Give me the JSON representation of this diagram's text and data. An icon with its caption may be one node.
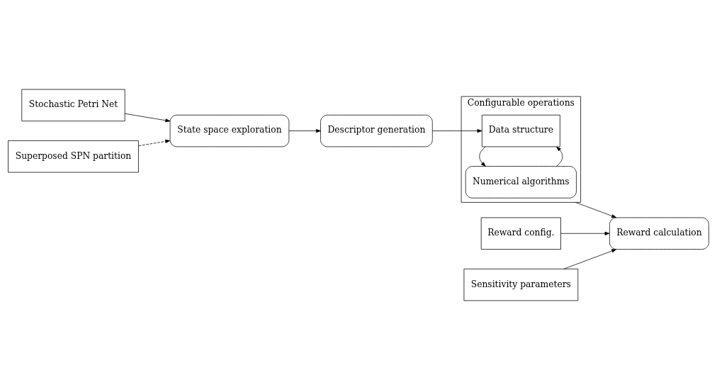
{
  "diagram": {
    "nodes": [
      {
        "text": [
          "Stochastic Petri Net"
        ]
      },
      {
        "text": [
          "State space exploration"
        ]
      },
      {
        "text": [
          "Descriptor generation"
        ]
      },
      {
        "text": [
          "Configurable operations"
        ]
      },
      {
        "text": [
          "Data structure"
        ],
        "in": 3
      },
      {
        "text": [
          "Numerical algorithms"
        ],
        "in": 3
      },
      {
        "text": [
          "Superposed SPN partition"
        ]
      },
      {
        "text": [
          "Reward config."
        ]
      },
      {
        "text": [
          "Reward calculation"
        ]
      },
      {
        "text": [
          "Sensitivity parameters"
        ]
      }
    ],
    "edges": [
      {
        "from": 0,
        "to": 1,
        "arrow": "to"
      },
      {
        "from": 6,
        "to": 1,
        "arrow": "to",
        "style": "dashed"
      },
      {
        "from": 1,
        "to": 2,
        "arrow": "to"
      },
      {
        "from": 2,
        "to": 4,
        "arrow": "to"
      },
      {
        "from": 5,
        "to": 4,
        "arrow": "to"
      },
      {
        "from": 4,
        "to": 5,
        "arrow": "to"
      },
      {
        "from": 3,
        "to": 8,
        "arrow": "to"
      },
      {
        "from": 7,
        "to": 8,
        "arrow": "to"
      },
      {
        "from": 9,
        "to": 8,
        "arrow": "to"
      }
    ]
  }
}
